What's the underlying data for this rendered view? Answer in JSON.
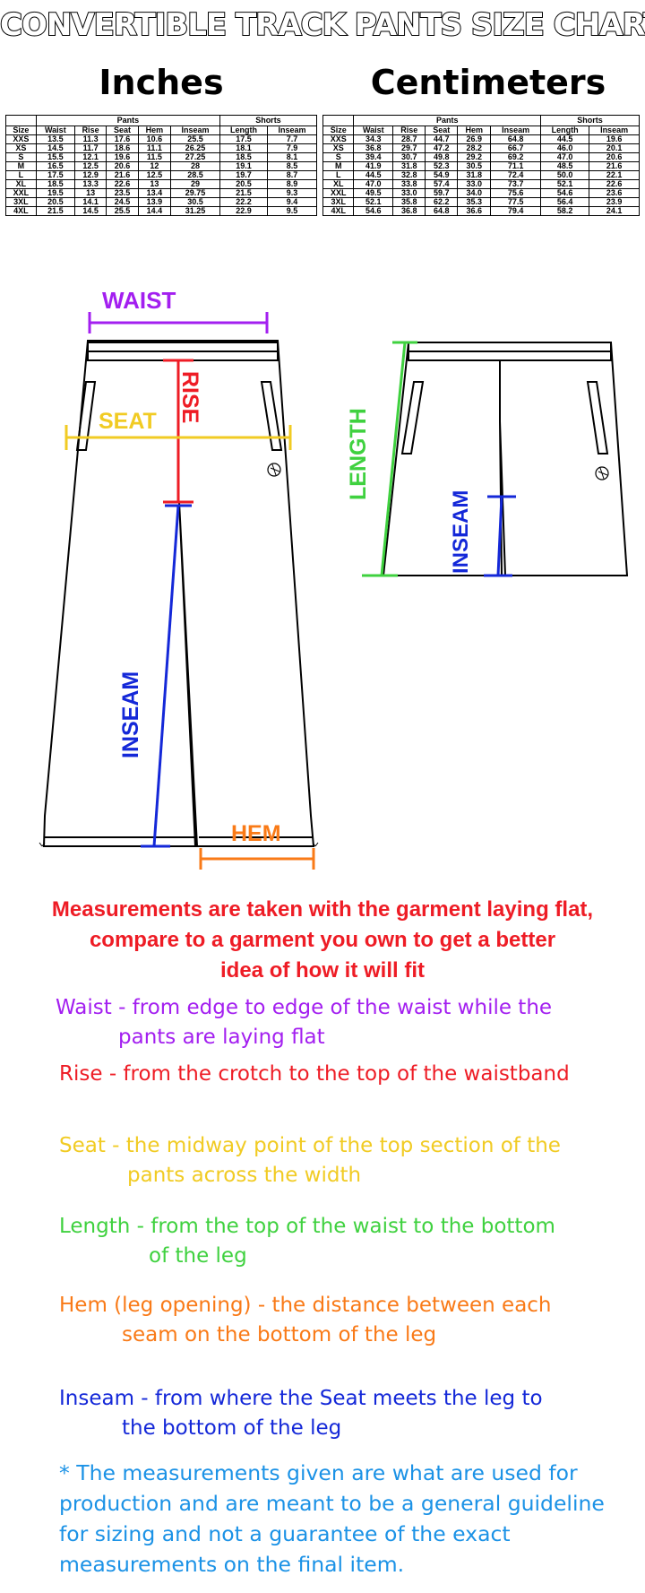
{
  "title": "CONVERTIBLE TRACK PANTS SIZE CHART",
  "units": {
    "inches": "Inches",
    "centimeters": "Centimeters"
  },
  "table_headers": {
    "pants_group": "Pants",
    "shorts_group": "Shorts",
    "columns": [
      "Size",
      "Waist",
      "Rise",
      "Seat",
      "Hem",
      "Inseam",
      "Length",
      "Inseam"
    ]
  },
  "inches_rows": [
    [
      "XXS",
      "13.5",
      "11.3",
      "17.6",
      "10.6",
      "25.5",
      "17.5",
      "7.7"
    ],
    [
      "XS",
      "14.5",
      "11.7",
      "18.6",
      "11.1",
      "26.25",
      "18.1",
      "7.9"
    ],
    [
      "S",
      "15.5",
      "12.1",
      "19.6",
      "11.5",
      "27.25",
      "18.5",
      "8.1"
    ],
    [
      "M",
      "16.5",
      "12.5",
      "20.6",
      "12",
      "28",
      "19.1",
      "8.5"
    ],
    [
      "L",
      "17.5",
      "12.9",
      "21.6",
      "12.5",
      "28.5",
      "19.7",
      "8.7"
    ],
    [
      "XL",
      "18.5",
      "13.3",
      "22.6",
      "13",
      "29",
      "20.5",
      "8.9"
    ],
    [
      "XXL",
      "19.5",
      "13",
      "23.5",
      "13.4",
      "29.75",
      "21.5",
      "9.3"
    ],
    [
      "3XL",
      "20.5",
      "14.1",
      "24.5",
      "13.9",
      "30.5",
      "22.2",
      "9.4"
    ],
    [
      "4XL",
      "21.5",
      "14.5",
      "25.5",
      "14.4",
      "31.25",
      "22.9",
      "9.5"
    ]
  ],
  "cm_rows": [
    [
      "XXS",
      "34.3",
      "28.7",
      "44.7",
      "26.9",
      "64.8",
      "44.5",
      "19.6"
    ],
    [
      "XS",
      "36.8",
      "29.7",
      "47.2",
      "28.2",
      "66.7",
      "46.0",
      "20.1"
    ],
    [
      "S",
      "39.4",
      "30.7",
      "49.8",
      "29.2",
      "69.2",
      "47.0",
      "20.6"
    ],
    [
      "M",
      "41.9",
      "31.8",
      "52.3",
      "30.5",
      "71.1",
      "48.5",
      "21.6"
    ],
    [
      "L",
      "44.5",
      "32.8",
      "54.9",
      "31.8",
      "72.4",
      "50.0",
      "22.1"
    ],
    [
      "XL",
      "47.0",
      "33.8",
      "57.4",
      "33.0",
      "73.7",
      "52.1",
      "22.6"
    ],
    [
      "XXL",
      "49.5",
      "33.0",
      "59.7",
      "34.0",
      "75.6",
      "54.6",
      "23.6"
    ],
    [
      "3XL",
      "52.1",
      "35.8",
      "62.2",
      "35.3",
      "77.5",
      "56.4",
      "23.9"
    ],
    [
      "4XL",
      "54.6",
      "36.8",
      "64.8",
      "36.6",
      "79.4",
      "58.2",
      "24.1"
    ]
  ],
  "diagram_labels": {
    "waist": "WAIST",
    "rise": "RISE",
    "seat": "SEAT",
    "inseam_pants": "INSEAM",
    "hem": "HEM",
    "length": "LENGTH",
    "inseam_shorts": "INSEAM"
  },
  "colors": {
    "waist": "#a31ff0",
    "rise": "#ee1c25",
    "seat": "#f1cb23",
    "length": "#3fd13f",
    "hem": "#f97a17",
    "inseam": "#1428d8",
    "disclaimer": "#1b92e6"
  },
  "main_note": {
    "line1": "Measurements are taken with the garment laying flat,",
    "line2": "compare to a garment you own to get a better",
    "line3": "idea of how it will fit"
  },
  "definitions": {
    "waist": {
      "line1": "Waist - from edge to edge of the waist while the",
      "line2": "pants are laying flat"
    },
    "rise": {
      "line1": "Rise - from the crotch to the top of the waistband"
    },
    "seat": {
      "line1": "Seat - the midway point of the top section of the",
      "line2": "pants across the width"
    },
    "length": {
      "line1": "Length - from the top of the waist to the bottom",
      "line2": "of the leg"
    },
    "hem": {
      "line1": "Hem (leg opening) - the distance between each",
      "line2": "seam on the bottom of the leg"
    },
    "inseam": {
      "line1": "Inseam - from where the Seat meets the leg to",
      "line2": "the bottom of the leg"
    }
  },
  "disclaimer": {
    "line1": "* The measurements given are what are used for",
    "line2": "production and are meant to be a general guideline",
    "line3": "for sizing and not a guarantee of the exact",
    "line4": "measurements on the final item."
  }
}
